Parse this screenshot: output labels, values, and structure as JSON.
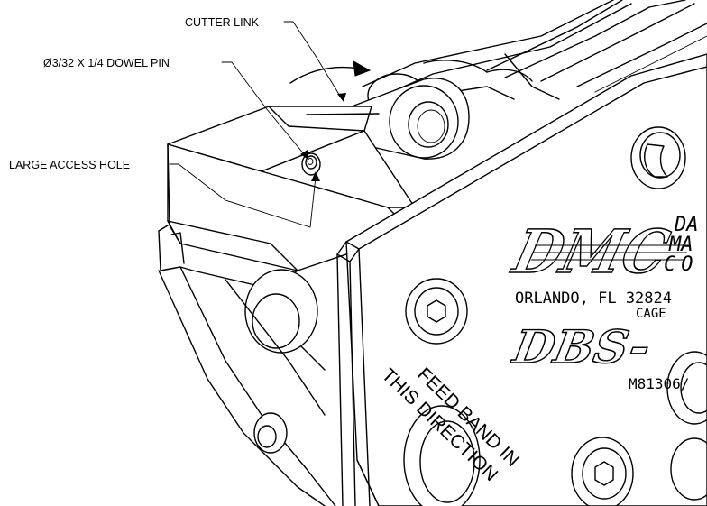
{
  "callouts": {
    "cutter_link": "CUTTER LINK",
    "dowel_pin": "Ø3/32 X 1/4 DOWEL PIN",
    "access_hole": "LARGE ACCESS HOLE"
  },
  "plate": {
    "logo": "DMC",
    "company_line1": "DA",
    "company_line2": "MA",
    "company_line3": "CO",
    "address": "ORLANDO, FL 32824",
    "cage": "CAGE",
    "model": "DBS-",
    "part_number": "M81306/"
  },
  "feed_label": {
    "line1": "FEED BAND IN",
    "line2": "THIS DIRECTION"
  }
}
